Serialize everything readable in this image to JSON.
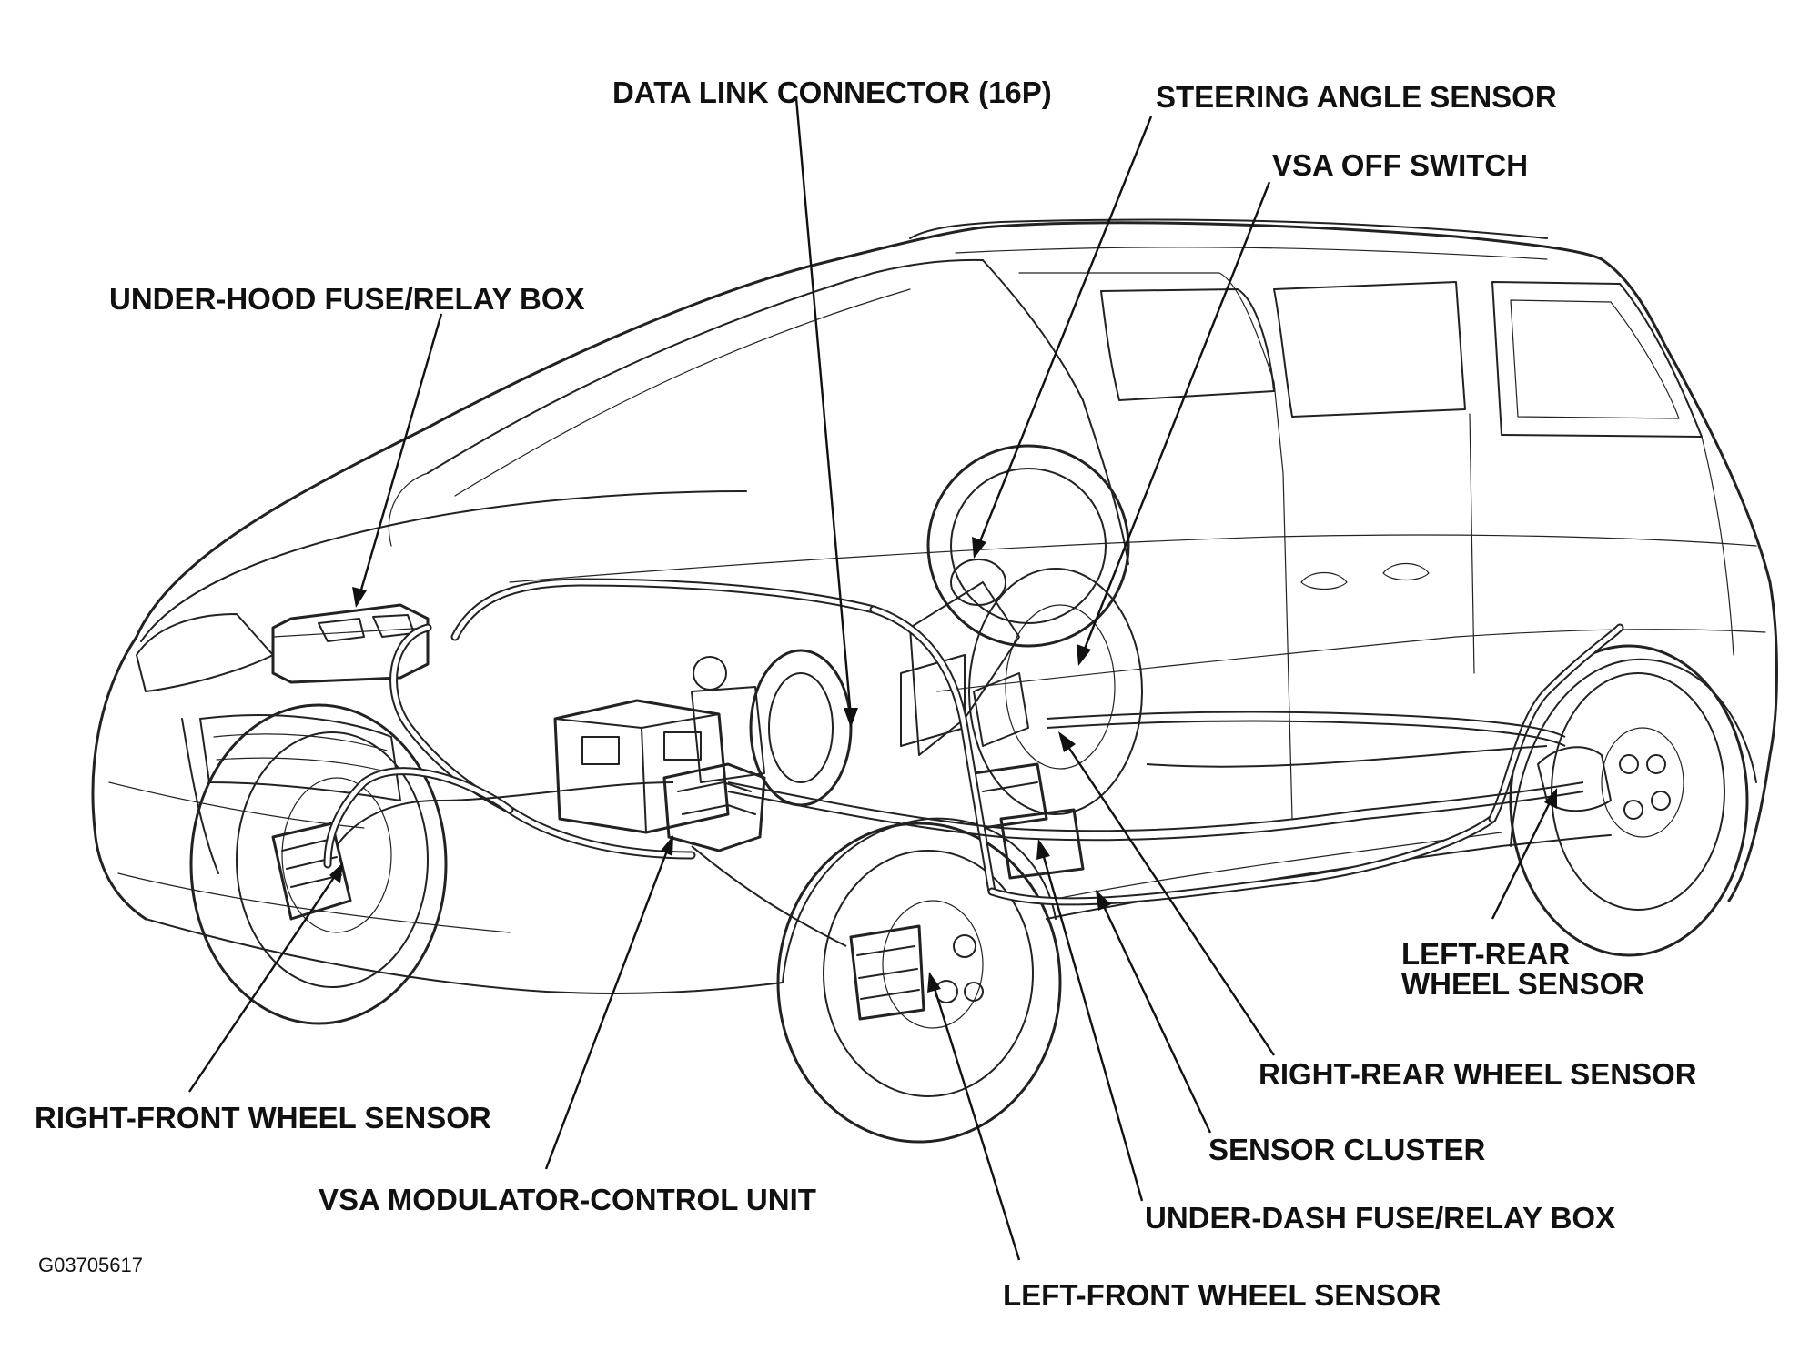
{
  "figure_id": "G03705617",
  "callouts": {
    "data_link_connector": "DATA LINK CONNECTOR (16P)",
    "steering_angle_sensor": "STEERING ANGLE SENSOR",
    "vsa_off_switch": "VSA OFF SWITCH",
    "under_hood_fuse_relay_box": "UNDER-HOOD FUSE/RELAY BOX",
    "left_rear_wheel_sensor_line1": "LEFT-REAR",
    "left_rear_wheel_sensor_line2": "WHEEL SENSOR",
    "right_rear_wheel_sensor": "RIGHT-REAR WHEEL SENSOR",
    "right_front_wheel_sensor": "RIGHT-FRONT WHEEL SENSOR",
    "sensor_cluster": "SENSOR CLUSTER",
    "vsa_modulator_control_unit": "VSA MODULATOR-CONTROL UNIT",
    "under_dash_fuse_relay_box": "UNDER-DASH FUSE/RELAY BOX",
    "left_front_wheel_sensor": "LEFT-FRONT WHEEL SENSOR"
  }
}
